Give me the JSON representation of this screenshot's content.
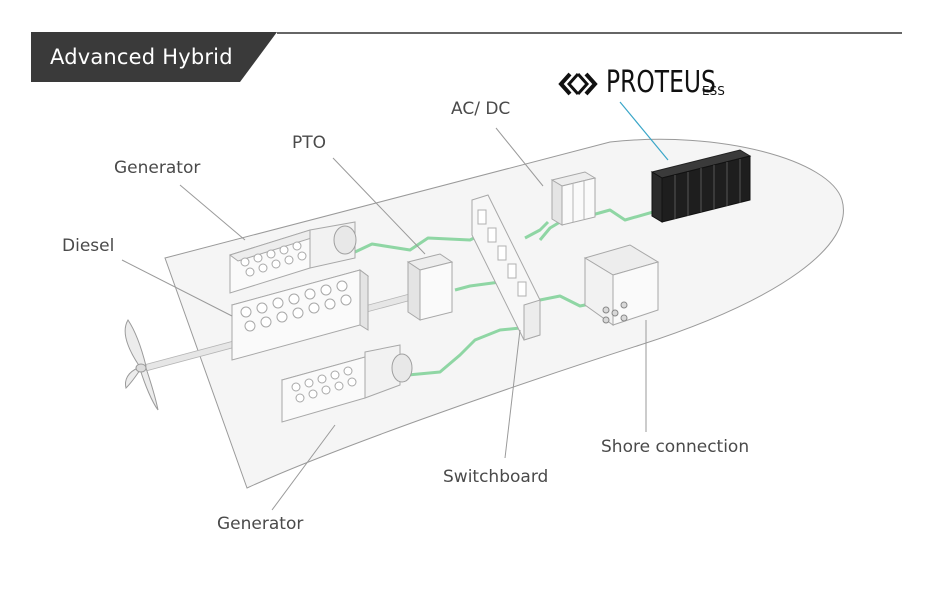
{
  "title": "Advanced Hybrid",
  "brand": {
    "name": "PROTEUS",
    "suffix": "ESS",
    "icon": "double-chevron-logo"
  },
  "labels": {
    "generator_top": "Generator",
    "diesel": "Diesel",
    "pto": "PTO",
    "acdc": "AC/ DC",
    "switchboard": "Switchboard",
    "shore": "Shore connection",
    "generator_bottom": "Generator"
  },
  "colors": {
    "title_band": "#3a3a3a",
    "cable": "#8fd6a4",
    "hull": "#f4f4f4",
    "battery": "#1e1e1e",
    "brand_line": "#3aa6c8"
  }
}
